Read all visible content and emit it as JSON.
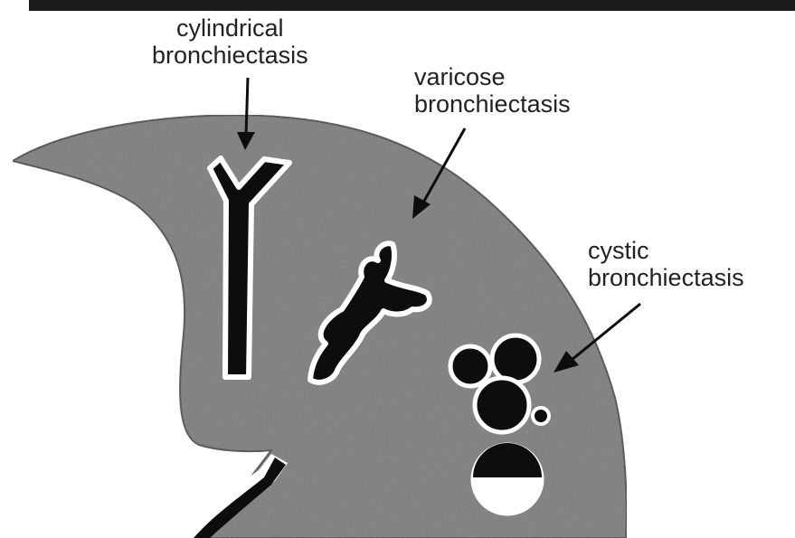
{
  "labels": {
    "cylindrical": {
      "line1": "cylindrical",
      "line2": "bronchiectasis"
    },
    "varicose": {
      "line1": "varicose",
      "line2": "bronchiectasis"
    },
    "cystic": {
      "line1": "cystic",
      "line2": "bronchiectasis"
    }
  },
  "colors": {
    "lung_fill": "#7a7a7a",
    "lung_outline": "#333333",
    "airway_fill": "#0d0d0d",
    "airway_border": "#ffffff",
    "top_bar": "#1a1a1a",
    "background": "#ffffff"
  }
}
